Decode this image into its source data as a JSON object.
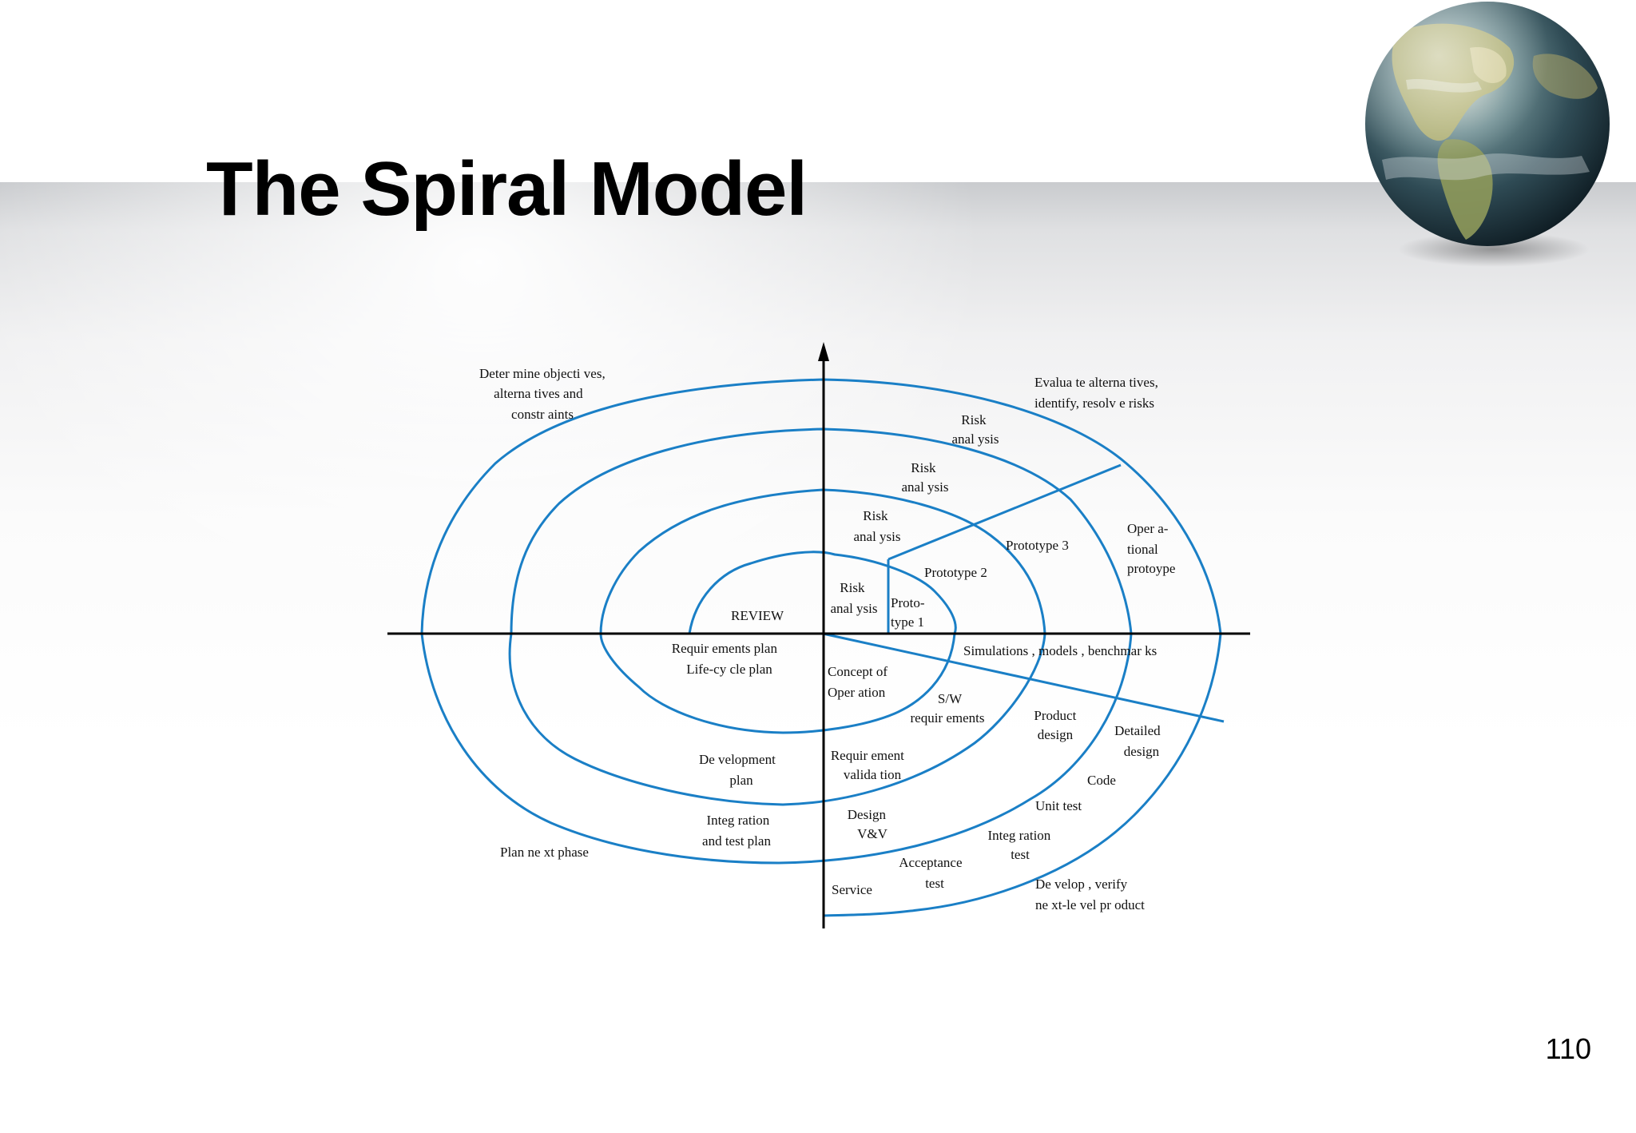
{
  "slide": {
    "title": "The Spiral Model",
    "page_number": "110"
  },
  "colors": {
    "spiral": "#1a7fc6",
    "axis": "#000000"
  },
  "diagram": {
    "quadrant_labels": {
      "top_left": [
        "Deter  mine objecti   ves,",
        "alterna  tives and",
        "constr aints"
      ],
      "top_right": [
        "Evalua te alterna   tives,",
        "identify, resolv e risks"
      ],
      "bottom_left": "Plan ne  xt phase",
      "bottom_right": [
        "De velop , verify",
        "ne xt-le vel pr oduct"
      ]
    },
    "risk_analysis": [
      [
        "Risk",
        "anal ysis"
      ],
      [
        "Risk",
        "anal ysis"
      ],
      [
        "Risk",
        "anal ysis"
      ],
      [
        "Risk",
        "anal ysis"
      ]
    ],
    "prototypes": {
      "p1": [
        "Proto-",
        "type 1"
      ],
      "p2": "Prototype 2",
      "p3": "Prototype 3",
      "operational": [
        "Oper a-",
        "tional",
        "protoype"
      ]
    },
    "review": "REVIEW",
    "plans": {
      "requirements": "Requir ements plan",
      "lifecycle": "Life-cy cle plan",
      "development": [
        "De velopment",
        "plan"
      ],
      "integration": [
        "Integ ration",
        "and test plan"
      ]
    },
    "development_steps": {
      "simulations": "Simulations , models  , benchmar   ks",
      "concept": [
        "Concept of",
        "Oper ation"
      ],
      "sw_requirements": [
        "S/W",
        "requir ements"
      ],
      "product_design": [
        "Product",
        "design"
      ],
      "detailed_design": [
        "Detailed",
        "design"
      ],
      "requirement_validation": [
        "Requir ement",
        "valida tion"
      ],
      "code": "Code",
      "unit_test": "Unit test",
      "design_vv": [
        "Design",
        "V&V"
      ],
      "integration_test": [
        "Integ ration",
        "test"
      ],
      "acceptance_test": [
        "Acceptance",
        "test"
      ],
      "service": "Service"
    }
  }
}
